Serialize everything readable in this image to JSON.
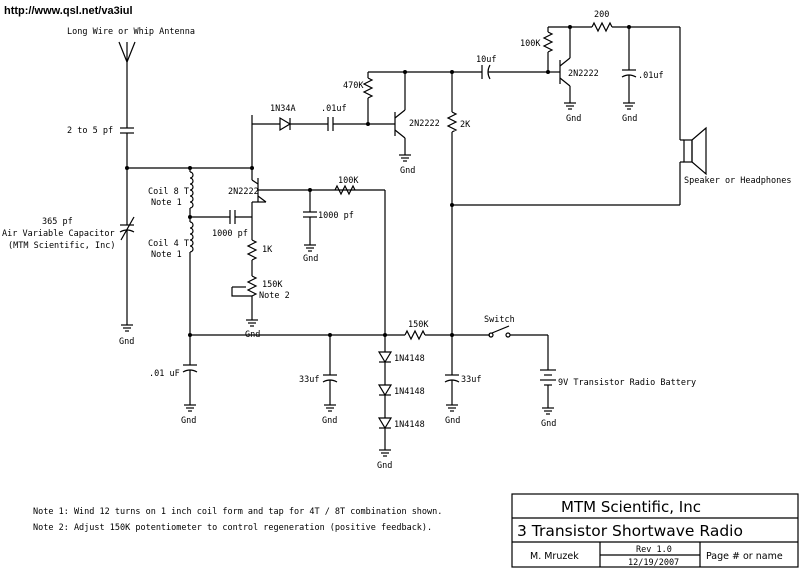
{
  "url": "http://www.qsl.net/va3iul",
  "labels": {
    "antenna": "Long Wire or Whip Antenna",
    "c_ant": "2 to 5 pf",
    "vc1": "365 pf",
    "vc2": "Air Variable Capacitor",
    "vc3": "(MTM Scientific, Inc)",
    "coil8a": "Coil 8 T",
    "coil8b": "Note 1",
    "coil4a": "Coil 4 T",
    "coil4b": "Note 1",
    "c01": ".01 uF",
    "q1": "2N2222",
    "c1000a": "1000 pf",
    "c1000b": "1000 pf",
    "r1k": "1K",
    "pot_a": "150K",
    "pot_b": "Note 2",
    "r100k_a": "100K",
    "d1": "1N34A",
    "c01b": ".01uf",
    "r470k": "470K",
    "q2": "2N2222",
    "r2k": "2K",
    "c10": "10uf",
    "r100k_b": "100K",
    "q3": "2N2222",
    "r200": "200",
    "c01c": ".01uf",
    "speaker": "Speaker or Headphones",
    "r150k": "150K",
    "switch": "Switch",
    "c33a": "33uf",
    "c33b": "33uf",
    "d2": "1N4148",
    "d3": "1N4148",
    "d4": "1N4148",
    "battery": "9V Transistor Radio Battery",
    "gnd": "Gnd",
    "note1": "Note 1: Wind 12 turns on 1 inch coil form and tap for 4T / 8T combination shown.",
    "note2": "Note 2: Adjust 150K potentiometer to control regeneration (positive feedback)."
  },
  "title_block": {
    "company": "MTM Scientific, Inc",
    "title": "3 Transistor Shortwave Radio",
    "author": "M. Mruzek",
    "rev": "Rev 1.0",
    "date": "12/19/2007",
    "page": "Page # or name"
  }
}
